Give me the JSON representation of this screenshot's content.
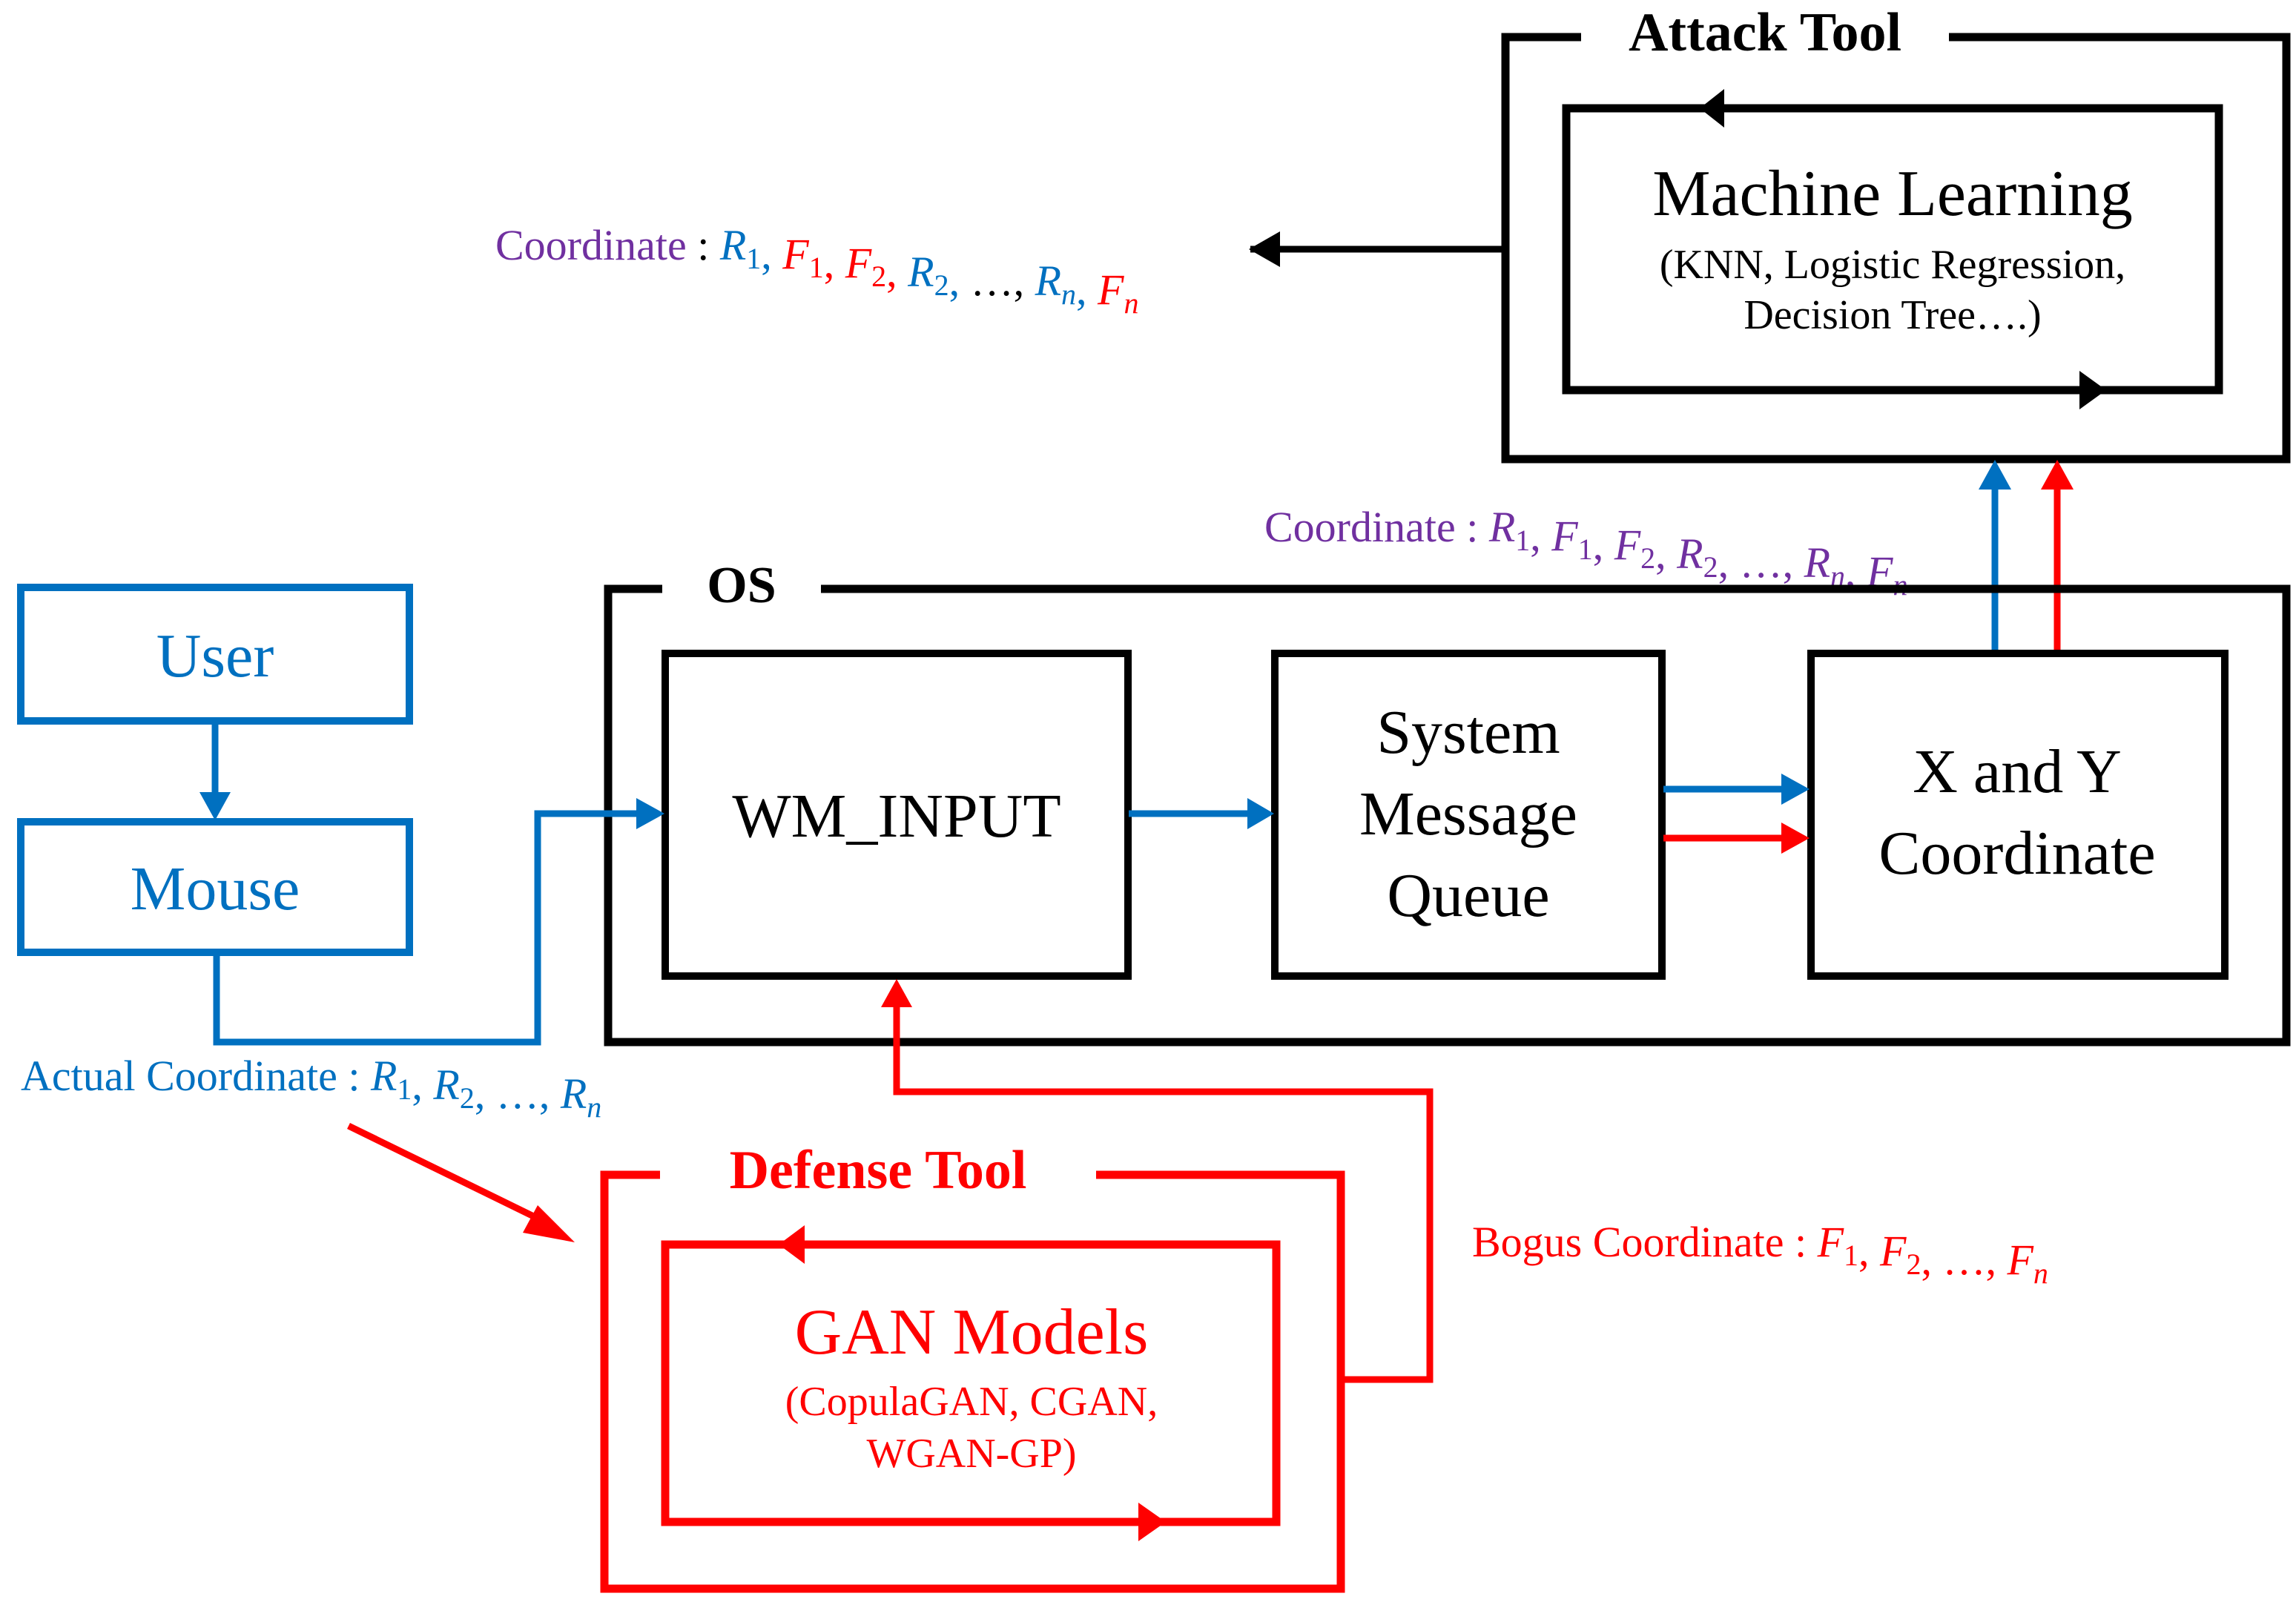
{
  "colors": {
    "black": "#000000",
    "blue": "#0070c0",
    "red": "#ff0000",
    "purple": "#7030a0"
  },
  "attack_tool": {
    "title": "Attack Tool",
    "model_title": "Machine Learning",
    "model_sub_1": "(KNN, Logistic Regression,",
    "model_sub_2": "Decision Tree….)"
  },
  "output_label": {
    "prefix": "Coordinate",
    "sep": " : ",
    "sequence": [
      {
        "sym": "R",
        "sub": "1",
        "kind": "real"
      },
      {
        "sym": "F",
        "sub": "1",
        "kind": "fake"
      },
      {
        "sym": "F",
        "sub": "2",
        "kind": "fake"
      },
      {
        "sym": "R",
        "sub": "2",
        "kind": "real"
      },
      {
        "sym": "…",
        "sub": "",
        "kind": "plain"
      },
      {
        "sym": "R",
        "sub": "n",
        "kind": "real"
      },
      {
        "sym": "F",
        "sub": "n",
        "kind": "fake"
      }
    ]
  },
  "os_label": {
    "prefix": "Coordinate",
    "sep": " : ",
    "sequence": [
      {
        "sym": "R",
        "sub": "1"
      },
      {
        "sym": "F",
        "sub": "1"
      },
      {
        "sym": "F",
        "sub": "2"
      },
      {
        "sym": "R",
        "sub": "2"
      },
      {
        "sym": "…",
        "sub": ""
      },
      {
        "sym": "R",
        "sub": "n"
      },
      {
        "sym": "F",
        "sub": "n"
      }
    ]
  },
  "os": {
    "title": "OS",
    "wm_input": "WM_INPUT",
    "smq_1": "System",
    "smq_2": "Message",
    "smq_3": "Queue",
    "xy_1": "X and Y",
    "xy_2": "Coordinate"
  },
  "user": {
    "label": "User"
  },
  "mouse": {
    "label": "Mouse"
  },
  "actual_label": {
    "prefix": "Actual Coordinate",
    "sep": " : ",
    "sequence": [
      {
        "sym": "R",
        "sub": "1"
      },
      {
        "sym": "R",
        "sub": "2"
      },
      {
        "sym": "…",
        "sub": ""
      },
      {
        "sym": "R",
        "sub": "n"
      }
    ]
  },
  "defense_tool": {
    "title": "Defense Tool",
    "model_title": "GAN Models",
    "model_sub_1": "(CopulaGAN, CGAN,",
    "model_sub_2": "WGAN-GP)"
  },
  "bogus_label": {
    "prefix": "Bogus Coordinate",
    "sep": " : ",
    "sequence": [
      {
        "sym": "F",
        "sub": "1"
      },
      {
        "sym": "F",
        "sub": "2"
      },
      {
        "sym": "…",
        "sub": ""
      },
      {
        "sym": "F",
        "sub": "n"
      }
    ]
  }
}
